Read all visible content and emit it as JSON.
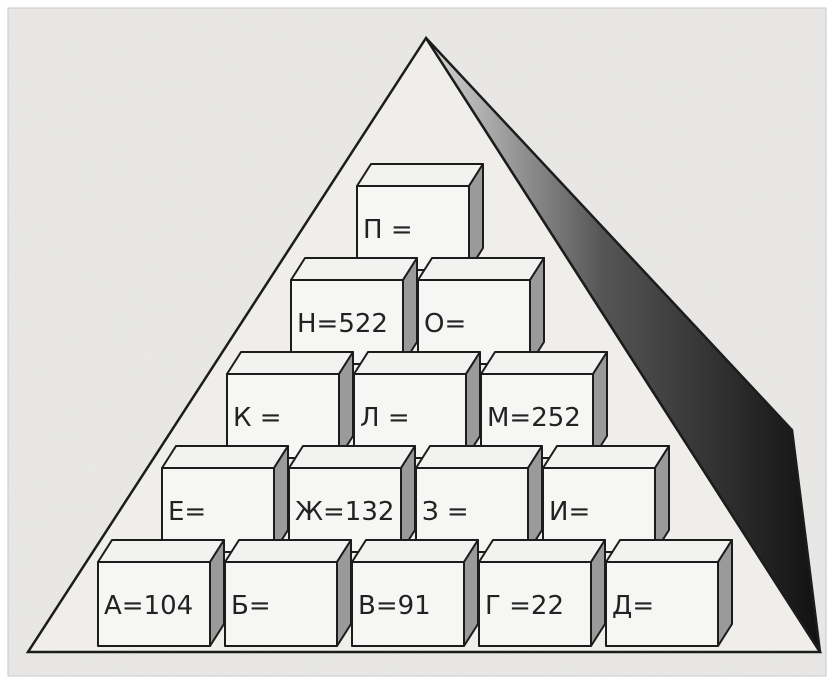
{
  "colors": {
    "paper": "#ecebe8",
    "face": "#f6f6f4",
    "top_face": "#f2f2f0",
    "side_face": "#9a9a9a",
    "ink": "#1c1c1c",
    "shadow_dark": "#111111",
    "shadow_light": "#d8d8d8"
  },
  "rows": [
    {
      "row": 1,
      "blocks": [
        {
          "id": "P",
          "label": "П ="
        }
      ]
    },
    {
      "row": 2,
      "blocks": [
        {
          "id": "N",
          "label": "Н=522"
        },
        {
          "id": "O",
          "label": "О="
        }
      ]
    },
    {
      "row": 3,
      "blocks": [
        {
          "id": "K",
          "label": "К ="
        },
        {
          "id": "L",
          "label": "Л ="
        },
        {
          "id": "M",
          "label": "М=252"
        }
      ]
    },
    {
      "row": 4,
      "blocks": [
        {
          "id": "E",
          "label": "Е="
        },
        {
          "id": "ZH",
          "label": "Ж=132"
        },
        {
          "id": "Z",
          "label": "З ="
        },
        {
          "id": "I",
          "label": "И="
        }
      ]
    },
    {
      "row": 5,
      "blocks": [
        {
          "id": "A",
          "label": "А=104"
        },
        {
          "id": "B",
          "label": "Б="
        },
        {
          "id": "V",
          "label": "В=91"
        },
        {
          "id": "G",
          "label": "Г =22"
        },
        {
          "id": "D",
          "label": "Д="
        }
      ]
    }
  ]
}
